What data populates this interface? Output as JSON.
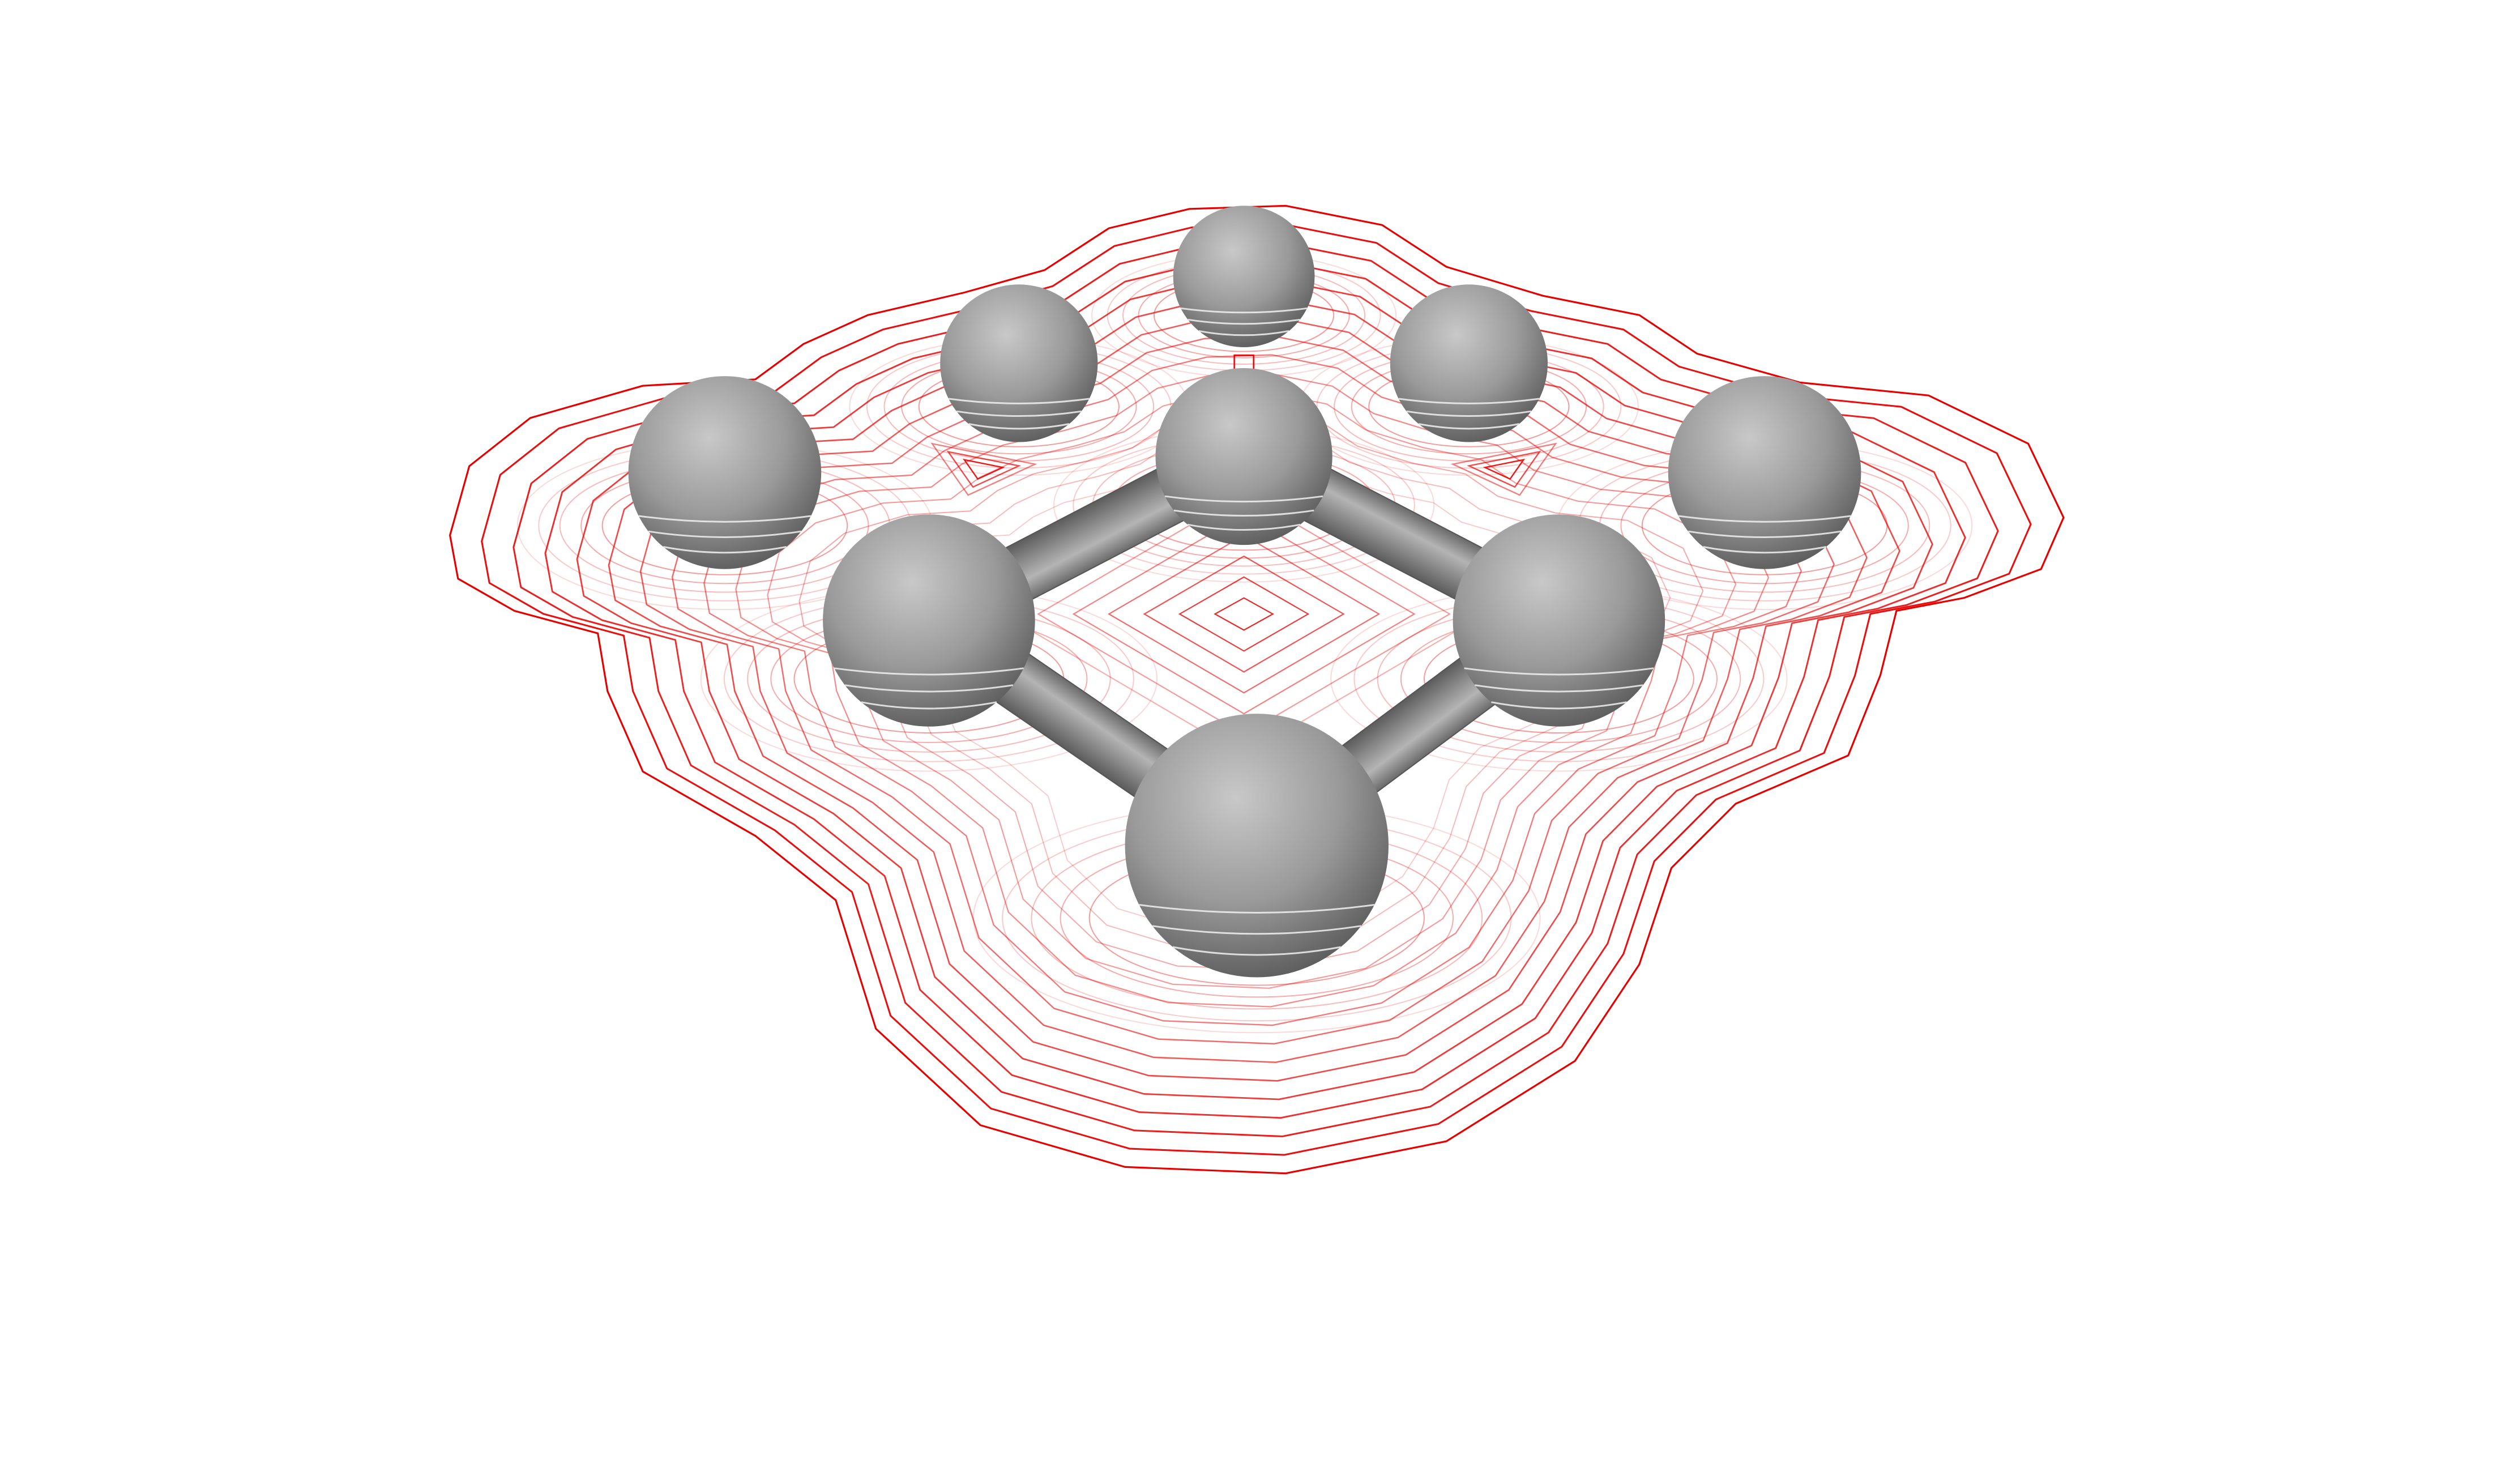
{
  "diagram": {
    "kind": "3d-molecular-render-with-distance-contours",
    "background_color": "#ffffff",
    "contour_color": "#e60000",
    "sphere_color": "#8c8c8c",
    "bond_color": "#8a8a8a",
    "contour_levels": 14,
    "atoms": [
      {
        "name": "atom-top"
      },
      {
        "name": "atom-upper-left"
      },
      {
        "name": "atom-upper-right"
      },
      {
        "name": "atom-far-left"
      },
      {
        "name": "atom-far-right"
      },
      {
        "name": "atom-ring-back"
      },
      {
        "name": "atom-ring-left"
      },
      {
        "name": "atom-ring-right"
      },
      {
        "name": "atom-ring-front"
      }
    ],
    "bonds": [
      {
        "name": "bond-back-left",
        "from": "atom-ring-back",
        "to": "atom-ring-left"
      },
      {
        "name": "bond-back-right",
        "from": "atom-ring-back",
        "to": "atom-ring-right"
      },
      {
        "name": "bond-left-front",
        "from": "atom-ring-left",
        "to": "atom-ring-front"
      },
      {
        "name": "bond-right-front",
        "from": "atom-ring-right",
        "to": "atom-ring-front"
      }
    ]
  }
}
